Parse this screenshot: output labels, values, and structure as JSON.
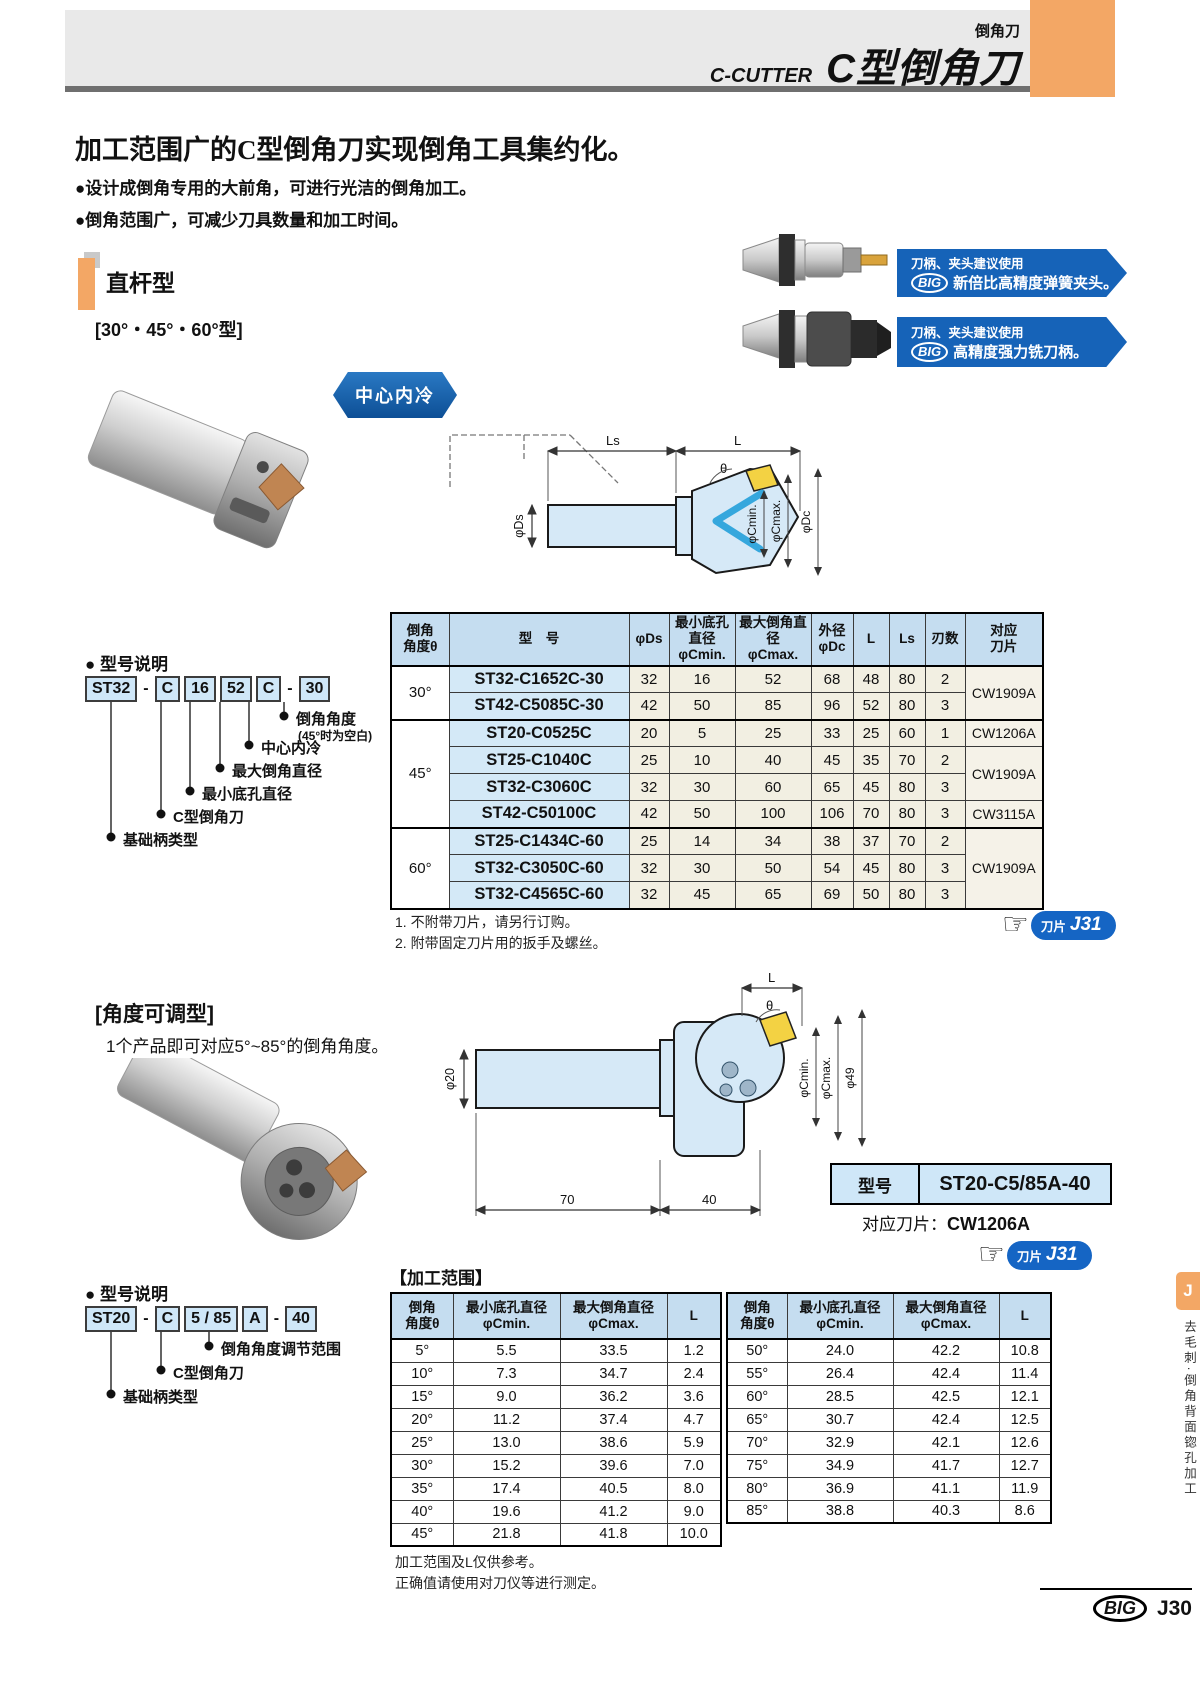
{
  "header": {
    "category": "倒角刀",
    "series": "C-CUTTER",
    "title": "C型倒角刀"
  },
  "intro": {
    "headline": "加工范围广的C型倒角刀实现倒角工具集约化。",
    "bullets": [
      "●设计成倒角专用的大前角，可进行光洁的倒角加工。",
      "●倒角范围广，可减少刀具数量和加工时间。"
    ]
  },
  "banners": [
    {
      "line1": "刀柄、夹头建议使用",
      "brand": "BIG",
      "line2": "新倍比高精度弹簧夹头。"
    },
    {
      "line1": "刀柄、夹头建议使用",
      "brand": "BIG",
      "line2": "高精度强力铣刀柄。"
    }
  ],
  "straight_section": {
    "title": "直杆型",
    "subtitle": "[30°・45°・60°型]",
    "badge": "中心内冷",
    "diagram_labels": {
      "ls": "Ls",
      "l": "L",
      "theta": "θ",
      "ds": "φDs",
      "cmin": "φCmin.",
      "cmax": "φCmax.",
      "dc": "φDc"
    }
  },
  "model_legend1": {
    "title": "● 型号说明",
    "boxes": [
      "ST32",
      "C",
      "16",
      "52",
      "C",
      "30"
    ],
    "labels": [
      {
        "text": "倒角角度",
        "sub": "(45°时为空白)"
      },
      {
        "text": "中心内冷"
      },
      {
        "text": "最大倒角直径"
      },
      {
        "text": "最小底孔直径"
      },
      {
        "text": "C型倒角刀"
      },
      {
        "text": "基础柄类型"
      }
    ]
  },
  "main_table": {
    "headers": [
      [
        "倒角",
        "角度θ"
      ],
      [
        "型　号"
      ],
      [
        "φDs"
      ],
      [
        "最小底孔直径",
        "φCmin."
      ],
      [
        "最大倒角直径",
        "φCmax."
      ],
      [
        "外径",
        "φDc"
      ],
      [
        "L"
      ],
      [
        "Ls"
      ],
      [
        "刃数"
      ],
      [
        "对应",
        "刀片"
      ]
    ],
    "groups": [
      {
        "angle": "30°",
        "rows": [
          [
            "ST32-C1652C-30",
            "32",
            "16",
            "52",
            "68",
            "48",
            "80",
            "2"
          ],
          [
            "ST42-C5085C-30",
            "42",
            "50",
            "85",
            "96",
            "52",
            "80",
            "3"
          ]
        ],
        "inserts": [
          {
            "label": "CW1909A",
            "span": 2
          }
        ]
      },
      {
        "angle": "45°",
        "rows": [
          [
            "ST20-C0525C",
            "20",
            "5",
            "25",
            "33",
            "25",
            "60",
            "1"
          ],
          [
            "ST25-C1040C",
            "25",
            "10",
            "40",
            "45",
            "35",
            "70",
            "2"
          ],
          [
            "ST32-C3060C",
            "32",
            "30",
            "60",
            "65",
            "45",
            "80",
            "3"
          ],
          [
            "ST42-C50100C",
            "42",
            "50",
            "100",
            "106",
            "70",
            "80",
            "3"
          ]
        ],
        "inserts": [
          {
            "label": "CW1206A",
            "span": 1
          },
          {
            "label": "CW1909A",
            "span": 2
          },
          {
            "label": "CW3115A",
            "span": 1
          }
        ]
      },
      {
        "angle": "60°",
        "rows": [
          [
            "ST25-C1434C-60",
            "25",
            "14",
            "34",
            "38",
            "37",
            "70",
            "2"
          ],
          [
            "ST32-C3050C-60",
            "32",
            "30",
            "50",
            "54",
            "45",
            "80",
            "3"
          ],
          [
            "ST32-C4565C-60",
            "32",
            "45",
            "65",
            "69",
            "50",
            "80",
            "3"
          ]
        ],
        "inserts": [
          {
            "label": "CW1909A",
            "span": 3
          }
        ]
      }
    ],
    "notes": [
      "1. 不附带刀片，请另行订购。",
      "2. 附带固定刀片用的扳手及螺丝。"
    ]
  },
  "buttons": {
    "hand": "☞",
    "label": "刀片",
    "code": "J31"
  },
  "adjustable": {
    "title": "[角度可调型]",
    "desc": "1个产品即可对应5°~85°的倒角角度。",
    "model_label": "型号",
    "model_value": "ST20-C5/85A-40",
    "insert_label": "对应刀片：",
    "insert_value": "CW1206A",
    "diagram_labels": {
      "d20": "φ20",
      "l": "L",
      "theta": "θ",
      "cmin": "φCmin.",
      "cmax": "φCmax.",
      "d49": "φ49",
      "dim70": "70",
      "dim40": "40"
    }
  },
  "model_legend2": {
    "title": "● 型号说明",
    "boxes": [
      "ST20",
      "C",
      "5 / 85",
      "A",
      "40"
    ],
    "labels": [
      {
        "text": "倒角角度调节范围"
      },
      {
        "text": "C型倒角刀"
      },
      {
        "text": "基础柄类型"
      }
    ]
  },
  "range_tables": {
    "title": "【加工范围】",
    "headers": [
      [
        "倒角",
        "角度θ"
      ],
      [
        "最小底孔直径",
        "φCmin."
      ],
      [
        "最大倒角直径",
        "φCmax."
      ],
      [
        "L"
      ]
    ],
    "left_rows": [
      [
        "5°",
        "5.5",
        "33.5",
        "1.2"
      ],
      [
        "10°",
        "7.3",
        "34.7",
        "2.4"
      ],
      [
        "15°",
        "9.0",
        "36.2",
        "3.6"
      ],
      [
        "20°",
        "11.2",
        "37.4",
        "4.7"
      ],
      [
        "25°",
        "13.0",
        "38.6",
        "5.9"
      ],
      [
        "30°",
        "15.2",
        "39.6",
        "7.0"
      ],
      [
        "35°",
        "17.4",
        "40.5",
        "8.0"
      ],
      [
        "40°",
        "19.6",
        "41.2",
        "9.0"
      ],
      [
        "45°",
        "21.8",
        "41.8",
        "10.0"
      ]
    ],
    "right_rows": [
      [
        "50°",
        "24.0",
        "42.2",
        "10.8"
      ],
      [
        "55°",
        "26.4",
        "42.4",
        "11.4"
      ],
      [
        "60°",
        "28.5",
        "42.5",
        "12.1"
      ],
      [
        "65°",
        "30.7",
        "42.4",
        "12.5"
      ],
      [
        "70°",
        "32.9",
        "42.1",
        "12.6"
      ],
      [
        "75°",
        "34.9",
        "41.7",
        "12.7"
      ],
      [
        "80°",
        "36.9",
        "41.1",
        "11.9"
      ],
      [
        "85°",
        "38.8",
        "40.3",
        "8.6"
      ]
    ],
    "notes": [
      "加工范围及L仅供参考。",
      "正确值请使用对刀仪等进行测定。"
    ]
  },
  "side": {
    "tab": "J",
    "vertical": "去毛刺·倒角背面锪孔加工"
  },
  "footer": {
    "brand": "BIG",
    "page": "J30"
  }
}
